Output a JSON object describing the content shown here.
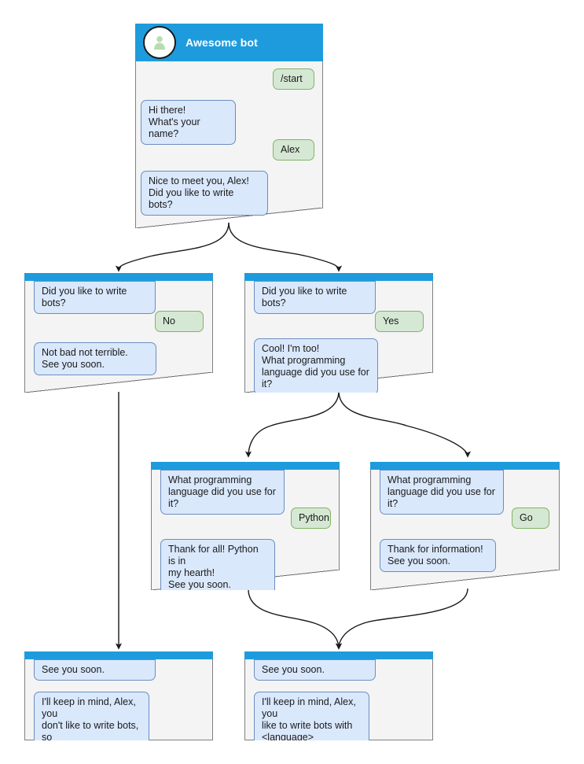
{
  "diagram": {
    "title": "Awesome bot conversation flow",
    "colors": {
      "header_blue": "#1e9bdd",
      "node_background": "#f4f4f4",
      "node_border": "#808080",
      "bot_bubble_fill": "#dae8fc",
      "bot_bubble_border": "#6c8ebf",
      "user_bubble_fill": "#d5e8d4",
      "user_bubble_border": "#82b366",
      "edge_color": "#1a1a1a",
      "canvas": "#ffffff"
    }
  },
  "nodes": {
    "root": {
      "title": "Awesome bot",
      "avatar_icon": "person-avatar-icon",
      "messages": [
        {
          "role": "user",
          "text": "/start"
        },
        {
          "role": "bot",
          "text": "Hi there!\nWhat's your name?"
        },
        {
          "role": "user",
          "text": "Alex"
        },
        {
          "role": "bot",
          "text": "Nice to meet you, Alex!\nDid you like to write bots?"
        }
      ]
    },
    "no_branch": {
      "messages": [
        {
          "role": "bot",
          "text": "Did you like to write bots?"
        },
        {
          "role": "user",
          "text": "No"
        },
        {
          "role": "bot",
          "text": "Not bad not terrible.\nSee you soon."
        }
      ]
    },
    "yes_branch": {
      "messages": [
        {
          "role": "bot",
          "text": "Did you like to write bots?"
        },
        {
          "role": "user",
          "text": "Yes"
        },
        {
          "role": "bot",
          "text": "Cool! I'm too!\nWhat programming\nlanguage did you use for it?"
        }
      ]
    },
    "python_branch": {
      "messages": [
        {
          "role": "bot",
          "text": "What programming\nlanguage did you use for it?"
        },
        {
          "role": "user",
          "text": "Python"
        },
        {
          "role": "bot",
          "text": "Thank for all! Python is in\nmy hearth!\nSee you soon."
        }
      ]
    },
    "go_branch": {
      "messages": [
        {
          "role": "bot",
          "text": "What programming\nlanguage did you use for it?"
        },
        {
          "role": "user",
          "text": "Go"
        },
        {
          "role": "bot",
          "text": "Thank for information!\nSee you soon."
        }
      ]
    },
    "end_sad": {
      "messages": [
        {
          "role": "bot",
          "text": "See you soon."
        },
        {
          "role": "bot",
          "text": "I'll keep in mind, Alex, you\ndon't like to write bots, so\nsad..."
        }
      ]
    },
    "end_happy": {
      "messages": [
        {
          "role": "bot",
          "text": "See you soon."
        },
        {
          "role": "bot",
          "text": "I'll keep in mind, Alex, you\nlike to write bots with\n<language>"
        }
      ]
    }
  }
}
